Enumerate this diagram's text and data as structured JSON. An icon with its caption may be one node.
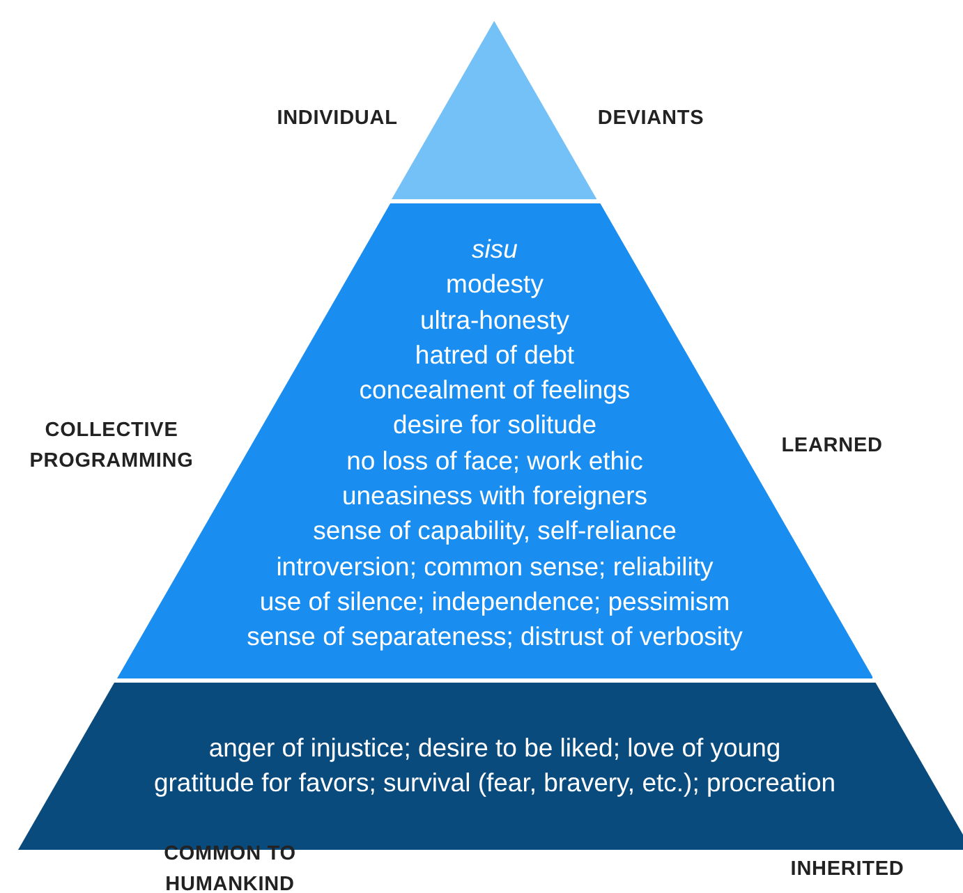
{
  "diagram": {
    "nodes": [
      {
        "text": [],
        "shape": "triangle",
        "beside": [
          "INDIVIDUAL",
          "DEVIANTS"
        ]
      },
      {
        "text": [
          "sisu",
          "modesty",
          "ultra-honesty",
          "hatred of debt",
          "concealment of feelings",
          "desire for solitude",
          "no loss of face; work ethic",
          "uneasiness with foreigners",
          "sense of capability, self-reliance",
          "introversion; common sense; reliability",
          "use of silence; independence; pessimism",
          "sense of separateness; distrust of verbosity"
        ],
        "beside": [
          "COLLECTIVE PROGRAMMING",
          "LEARNED"
        ]
      },
      {
        "text": [
          "anger of injustice; desire to be liked; love of young",
          "gratitude for favors; survival (fear, bravery, etc.); procreation"
        ],
        "beside": [
          "COMMON TO HUMANKIND",
          "INHERITED"
        ]
      }
    ]
  }
}
